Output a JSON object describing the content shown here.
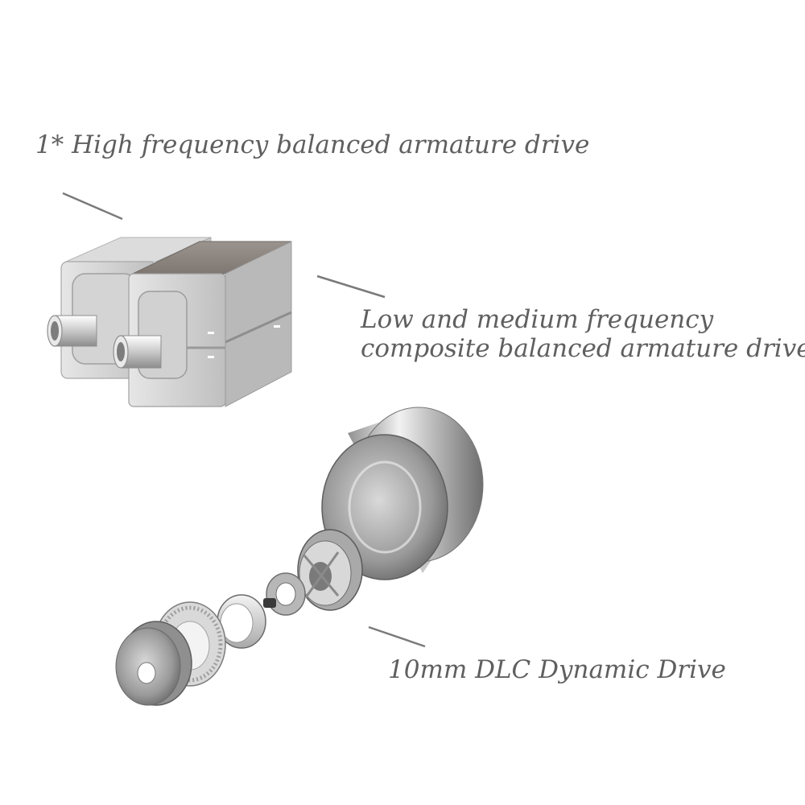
{
  "captions": {
    "high_frequency": "1* High frequency balanced armature drive",
    "low_medium_line1": "Low and medium frequency",
    "low_medium_line2": "composite balanced armature drive",
    "dynamic": "10mm DLC Dynamic Drive"
  }
}
